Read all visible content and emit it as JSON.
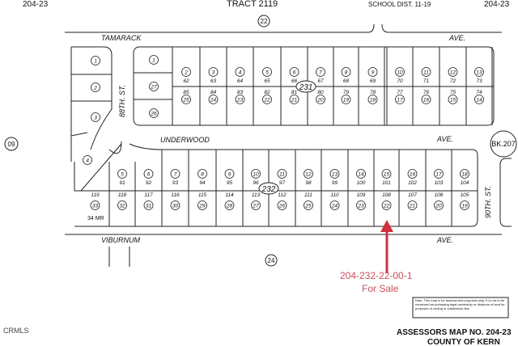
{
  "header": {
    "left_ref": "204-23",
    "tract": "TRACT 2119",
    "school_district": "SCHOOL DIST. 11-19",
    "right_ref": "204-23",
    "top_circle": "22"
  },
  "streets": {
    "tamarack": "TAMARACK",
    "tamarack_suffix": "AVE.",
    "underwood": "UNDERWOOD",
    "underwood_suffix": "AVE.",
    "viburnum": "VIBURNUM",
    "viburnum_suffix": "AVE.",
    "st_88": "88TH. ST.",
    "st_90": "90TH. ST."
  },
  "blocks": {
    "upper": "231",
    "lower": "232",
    "left_circle": "09",
    "right_circle": "BK.207",
    "bottom_circle": "24"
  },
  "upper_left_lots": [
    "1",
    "2",
    "3"
  ],
  "upper_block": {
    "left_column": [
      "1",
      "27",
      "26"
    ],
    "top_lots": [
      "2",
      "3",
      "4",
      "5",
      "6",
      "7",
      "8",
      "9",
      "10",
      "11",
      "12",
      "13"
    ],
    "top_values": [
      "62",
      "63",
      "64",
      "65",
      "66",
      "67",
      "68",
      "69",
      "70",
      "71",
      "72",
      "73"
    ],
    "bottom_lots": [
      "25",
      "24",
      "23",
      "22",
      "21",
      "20",
      "19",
      "18",
      "17",
      "16",
      "15",
      "14"
    ],
    "bottom_values": [
      "85",
      "84",
      "83",
      "82",
      "81",
      "80",
      "79",
      "78",
      "77",
      "76",
      "75",
      "74"
    ]
  },
  "lower_block": {
    "corner_lot": "4",
    "top_lots": [
      "5",
      "6",
      "7",
      "8",
      "9",
      "10",
      "11",
      "12",
      "13",
      "14",
      "15",
      "16",
      "17",
      "18"
    ],
    "top_values": [
      "91",
      "92",
      "93",
      "94",
      "95",
      "96",
      "97",
      "98",
      "99",
      "100",
      "101",
      "102",
      "103",
      "104"
    ],
    "bottom_lots": [
      "33",
      "32",
      "31",
      "30",
      "29",
      "28",
      "27",
      "26",
      "25",
      "24",
      "23",
      "22",
      "21",
      "20",
      "19"
    ],
    "bottom_values": [
      "119",
      "118",
      "117",
      "116",
      "115",
      "114",
      "113",
      "112",
      "111",
      "110",
      "109",
      "108",
      "107",
      "106",
      "105"
    ],
    "extra_lot": "34 MR"
  },
  "callout": {
    "parcel": "204-232-22-00-1",
    "status": "For Sale",
    "color": "#c8505a",
    "highlighted_lot": "22"
  },
  "note": "Note: This map is for assessment purposes only. It is not to be construed as portraying legal ownership or divisions of land for purposes of zoning or subdivision law.",
  "footer": {
    "assessors_map": "ASSESSORS MAP NO. 204-23",
    "county": "COUNTY OF KERN"
  },
  "watermark": "CRMLS"
}
